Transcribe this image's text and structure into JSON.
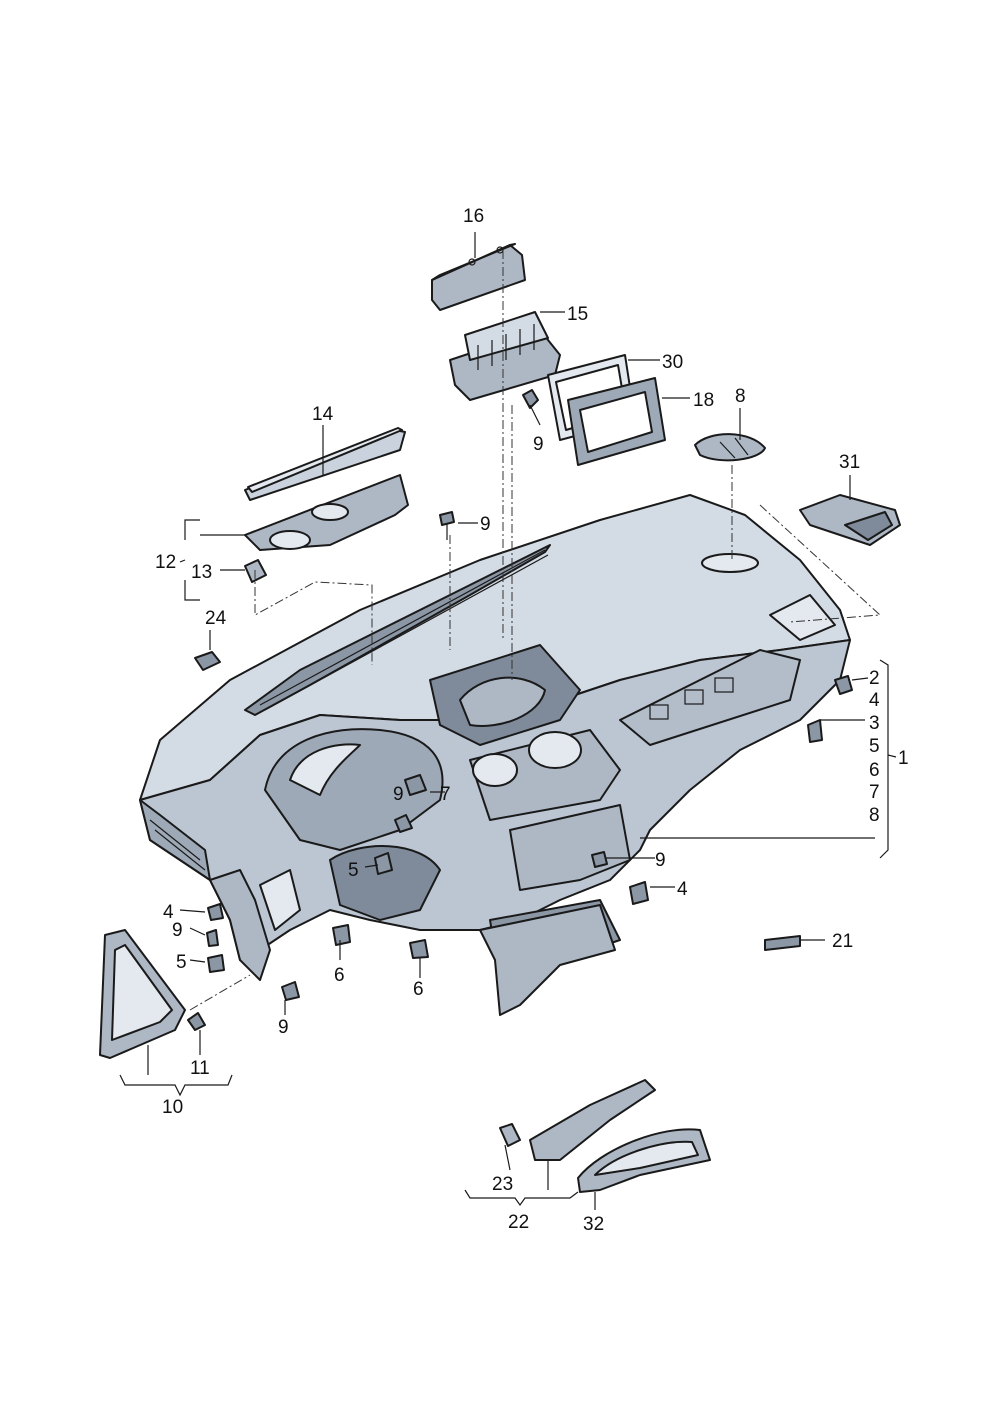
{
  "colors": {
    "part_fill": "#c9d2dd",
    "part_fill_light": "#e4e9ef",
    "part_fill_dark": "#8c97a6",
    "line": "#1a1a1a"
  },
  "callouts": {
    "n1": "1",
    "n2": "2",
    "n3": "3",
    "n4a": "4",
    "n4b": "4",
    "n4c": "4",
    "n5a": "5",
    "n5b": "5",
    "n5c": "5",
    "n6a": "6",
    "n6b": "6",
    "n6c": "6",
    "n7a": "7",
    "n7b": "7",
    "n8a": "8",
    "n8b": "8",
    "n9a": "9",
    "n9b": "9",
    "n9c": "9",
    "n9d": "9",
    "n9e": "9",
    "n9f": "9",
    "n10": "10",
    "n11": "11",
    "n12": "12",
    "n13": "13",
    "n14": "14",
    "n15": "15",
    "n16": "16",
    "n18": "18",
    "n21": "21",
    "n22": "22",
    "n23": "23",
    "n24": "24",
    "n30": "30",
    "n31": "31",
    "n32": "32"
  }
}
